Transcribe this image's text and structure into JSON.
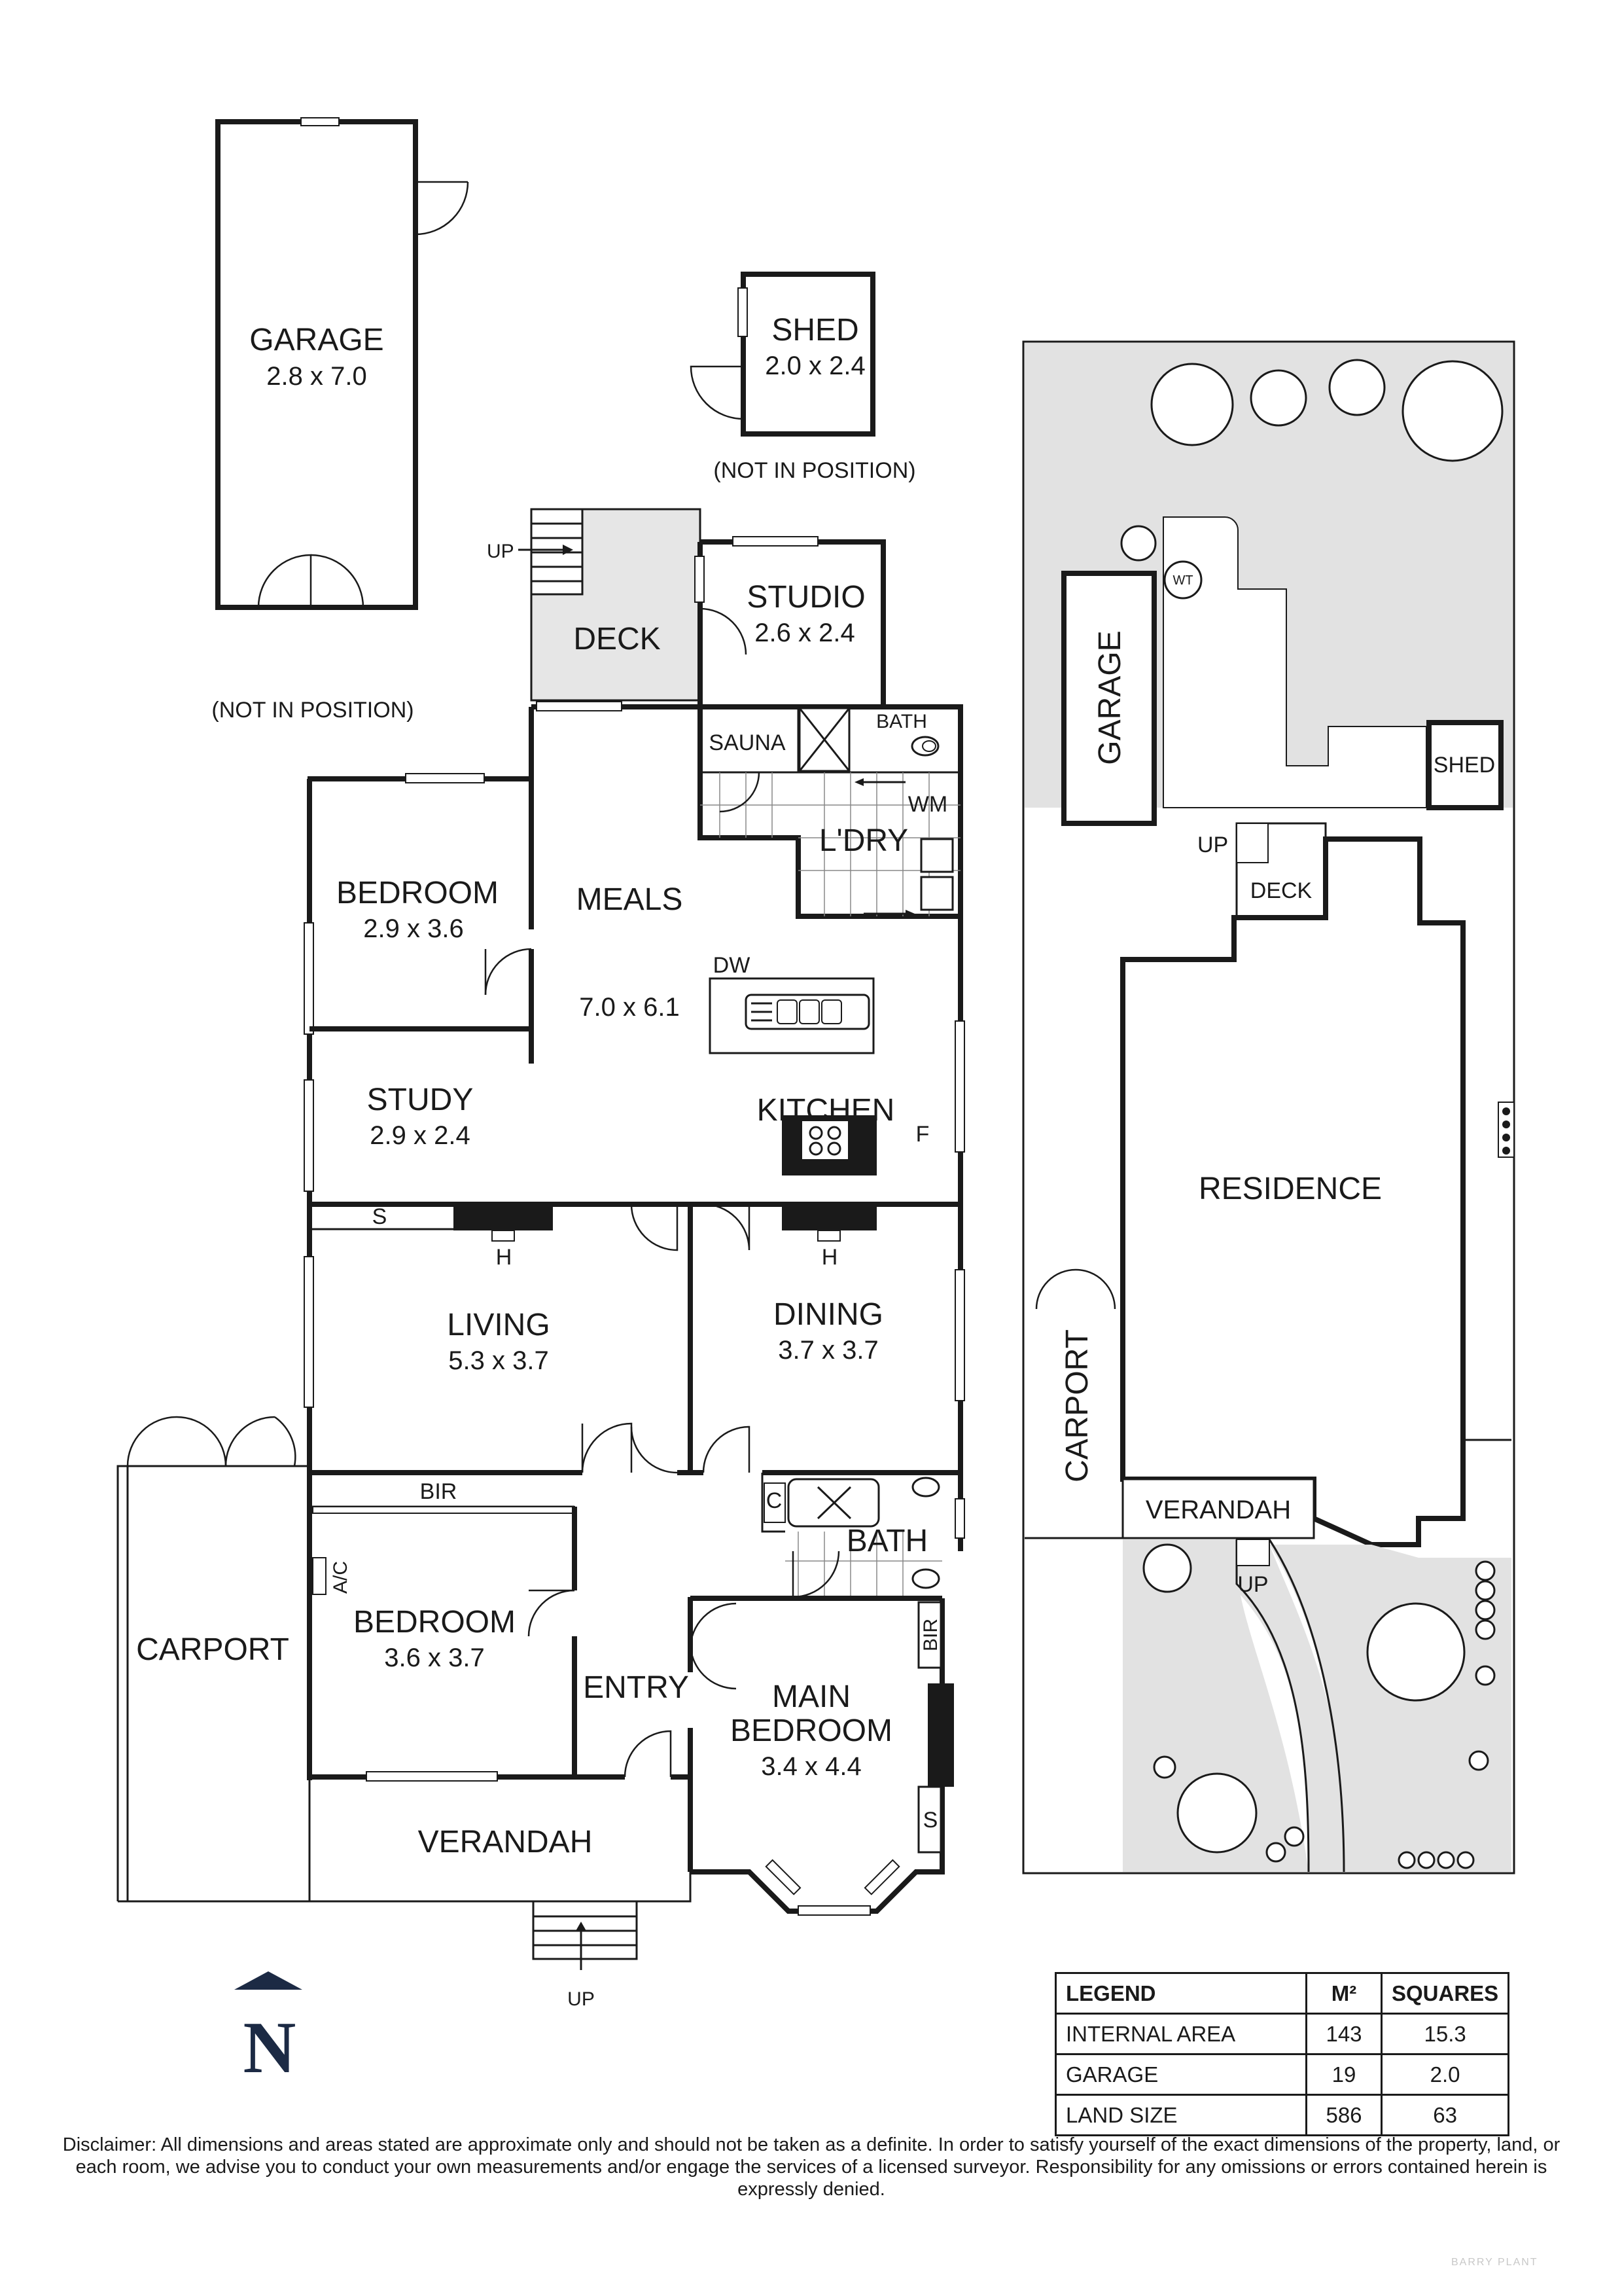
{
  "rooms": {
    "garage_detached": {
      "name": "GARAGE",
      "dims": "2.8 x 7.0",
      "note": "(NOT IN POSITION)"
    },
    "shed": {
      "name": "SHED",
      "dims": "2.0 x 2.4",
      "note": "(NOT IN POSITION)"
    },
    "deck": {
      "name": "DECK",
      "stair": "UP"
    },
    "studio": {
      "name": "STUDIO",
      "dims": "2.6 x 2.4"
    },
    "sauna": {
      "name": "SAUNA"
    },
    "bath_rear": {
      "name": "BATH"
    },
    "wm": {
      "name": "WM"
    },
    "laundry": {
      "name": "L'DRY"
    },
    "bedroom_rear": {
      "name": "BEDROOM",
      "dims": "2.9 x 3.6"
    },
    "meals": {
      "name": "MEALS",
      "dims": "7.0 x 6.1"
    },
    "dw": {
      "name": "DW"
    },
    "kitchen": {
      "name": "KITCHEN"
    },
    "fridge": {
      "name": "F"
    },
    "study": {
      "name": "STUDY",
      "dims": "2.9 x 2.4"
    },
    "storage": {
      "name": "S"
    },
    "heater": {
      "name": "H"
    },
    "living": {
      "name": "LIVING",
      "dims": "5.3 x 3.7"
    },
    "dining": {
      "name": "DINING",
      "dims": "3.7 x 3.7"
    },
    "bir": {
      "name": "BIR"
    },
    "ac": {
      "name": "A/C"
    },
    "bedroom_front": {
      "name": "BEDROOM",
      "dims": "3.6 x 3.7"
    },
    "cupboard": {
      "name": "C"
    },
    "bath_front": {
      "name": "BATH"
    },
    "entry": {
      "name": "ENTRY"
    },
    "main_bedroom": {
      "name_line1": "MAIN",
      "name_line2": "BEDROOM",
      "dims": "3.4 x 4.4"
    },
    "carport": {
      "name": "CARPORT"
    },
    "verandah": {
      "name": "VERANDAH"
    },
    "front_stair": {
      "label": "UP"
    }
  },
  "site_plan": {
    "garage": "GARAGE",
    "shed": "SHED",
    "deck": "DECK",
    "deck_up": "UP",
    "residence": "RESIDENCE",
    "carport": "CARPORT",
    "verandah": "VERANDAH",
    "front_up": "UP",
    "water_tank": "WT"
  },
  "north_label": "N",
  "legend": {
    "headers": [
      "LEGEND",
      "M²",
      "SQUARES"
    ],
    "rows": [
      {
        "label": "INTERNAL AREA",
        "m2": "143",
        "squares": "15.3"
      },
      {
        "label": "GARAGE",
        "m2": "19",
        "squares": "2.0"
      },
      {
        "label": "LAND SIZE",
        "m2": "586",
        "squares": "63"
      }
    ]
  },
  "disclaimer": "Disclaimer: All dimensions and areas stated are approximate only and should not be taken as a definite. In order to satisfy yourself of the exact dimensions of the property, land, or each room, we advise you to conduct your own measurements and/or engage the services of a licensed surveyor. Responsibility for any omissions or errors contained herein is expressly denied.",
  "watermark": "BARRY PLANT",
  "colors": {
    "wall": "#1a1a1a",
    "deck_fill": "#e6e6e6",
    "land_fill": "#e2e2e2"
  }
}
